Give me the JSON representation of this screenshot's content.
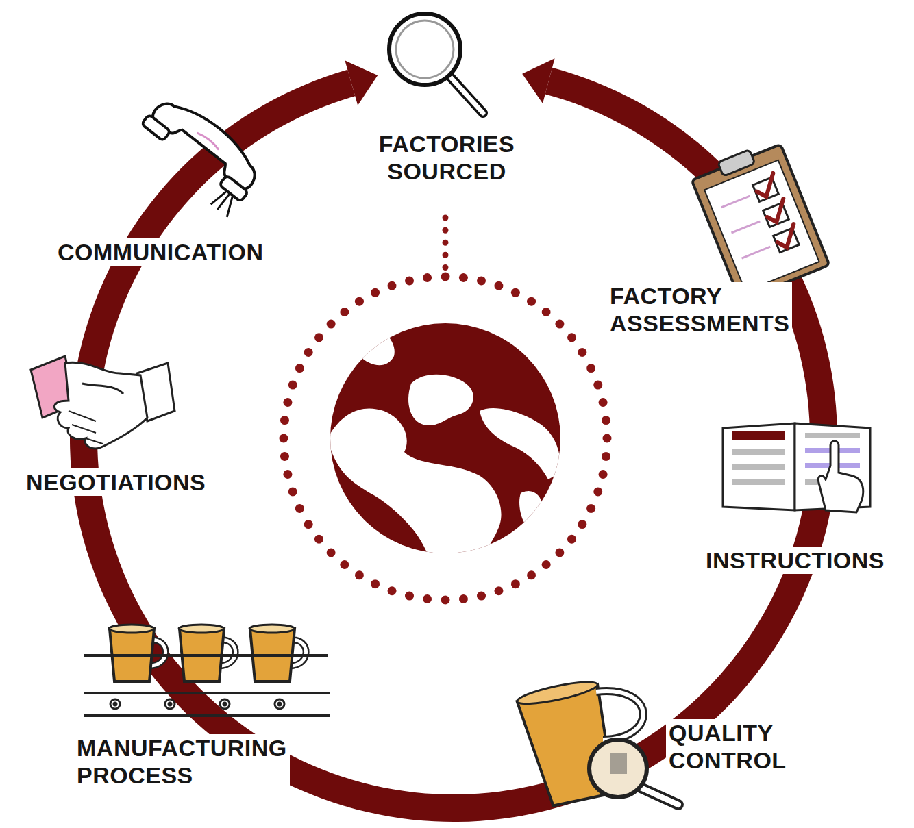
{
  "diagram": {
    "labels": [
      "FACTORIES SOURCED",
      "FACTORY ASSESSMENTS",
      "INSTRUCTIONS",
      "QUALITY CONTROL",
      "MANUFACTURING PROCESS",
      "NEGOTIATIONS",
      "COMMUNICATION"
    ]
  }
}
